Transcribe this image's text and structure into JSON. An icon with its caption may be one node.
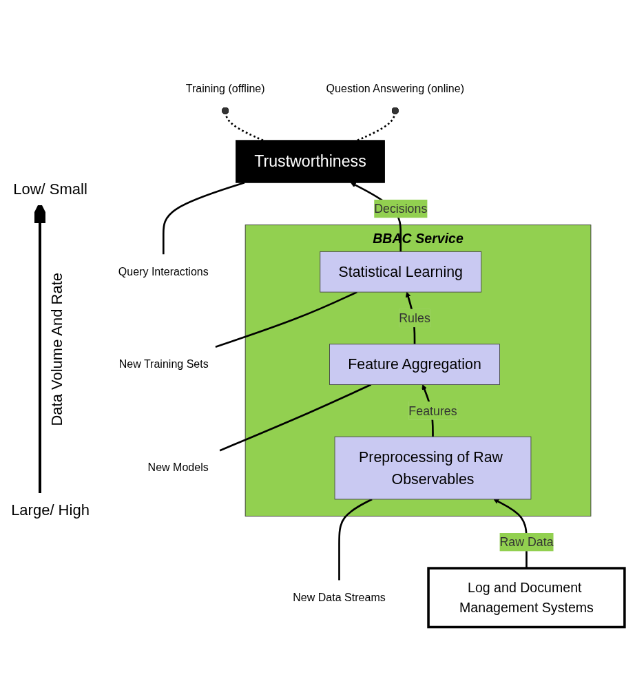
{
  "diagram": {
    "nodes": [
      {
        "text": [
          "Training (offline)"
        ]
      },
      {
        "text": [
          "Question Answering (online)"
        ]
      },
      {
        "text": [
          "Trustworthiness"
        ]
      },
      {
        "text": [
          "Query Interactions"
        ]
      },
      {
        "text": [
          "BBAC Service"
        ]
      },
      {
        "text": [
          "Statistical Learning"
        ],
        "in": 4
      },
      {
        "text": [
          "New Training Sets"
        ]
      },
      {
        "text": [
          "Feature Aggregation"
        ],
        "in": 4
      },
      {
        "text": [
          "New Models"
        ]
      },
      {
        "text": [
          "Preprocessing of Raw Observables"
        ],
        "in": 4
      },
      {
        "text": [
          "New Data Streams"
        ]
      },
      {
        "text": [
          "Log and Document Management Systems"
        ]
      }
    ],
    "edges": [
      {
        "from": 2,
        "to": 0,
        "arrow": "other",
        "style": "dashed"
      },
      {
        "from": 2,
        "to": 1,
        "arrow": "other",
        "style": "dashed"
      },
      {
        "from": 3,
        "to": 2,
        "arrow": "none"
      },
      {
        "from": 5,
        "to": 2,
        "arrow": "to",
        "label": "Decisions"
      },
      {
        "from": 6,
        "to": 5,
        "arrow": "none"
      },
      {
        "from": 7,
        "to": 5,
        "arrow": "to",
        "label": "Rules"
      },
      {
        "from": 8,
        "to": 7,
        "arrow": "none"
      },
      {
        "from": 9,
        "to": 7,
        "arrow": "to",
        "label": "Features"
      },
      {
        "from": 10,
        "to": 9,
        "arrow": "none"
      },
      {
        "from": 11,
        "to": 9,
        "arrow": "to",
        "label": "Raw Data"
      }
    ],
    "labels": [
      "Low/ Small",
      "Data Volume And Rate",
      "Large/ High"
    ]
  }
}
